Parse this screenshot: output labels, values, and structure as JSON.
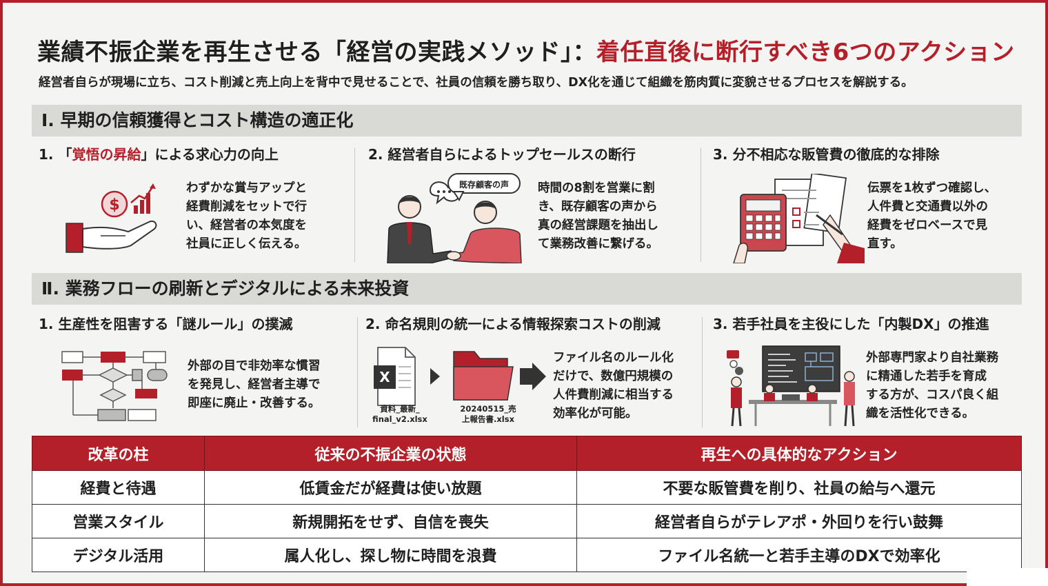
{
  "header": {
    "title_main": "業績不振企業を再生させる「経営の実践メソッド」：",
    "title_accent": "着任直後に断行すべき6つのアクション",
    "subtitle": "経営者自らが現場に立ち、コスト削減と売上向上を背中で見せることで、社員の信頼を勝ち取り、DX化を通じて組織を筋肉質に変貌させるプロセスを解説する。",
    "accent_color": "#b3202a"
  },
  "section1": {
    "title": "Ⅰ. 早期の信頼獲得とコスト構造の適正化",
    "cards": [
      {
        "heading_prefix": "1. 「",
        "heading_accent": "覚悟の昇給",
        "heading_suffix": "」による求心力の向上",
        "icon": "hand-coin-growth-icon",
        "lines": [
          "わずかな賞与アップと",
          "経費削減をセットで行",
          "い、経営者の本気度を",
          "社員に正しく伝える。"
        ]
      },
      {
        "heading": "2. 経営者自らによるトップセールスの断行",
        "icon": "handshake-icon",
        "bubble": "既存顧客の声",
        "lines": [
          "時間の8割を営業に割",
          "き、既存顧客の声から",
          "真の経営課題を抽出し",
          "て業務改善に繋げる。"
        ]
      },
      {
        "heading": "3. 分不相応な販管費の徹底的な排除",
        "icon": "calculator-receipts-icon",
        "lines": [
          "伝票を1枚ずつ確認し、",
          "人件費と交通費以外の",
          "経費をゼロベースで見",
          "直す。"
        ]
      }
    ]
  },
  "section2": {
    "title": "Ⅱ. 業務フローの刷新とデジタルによる未来投資",
    "cards": [
      {
        "heading": "1. 生産性を阻害する「謎ルール」の撲滅",
        "icon": "flowchart-icon",
        "lines": [
          "外部の目で非効率な慣習",
          "を発見し、経営者主導で",
          "即座に廃止・改善する。"
        ]
      },
      {
        "heading": "2. 命名規則の統一による情報探索コストの削減",
        "icon": "file-to-folder-icon",
        "file_before": [
          "資料_最新_",
          "final_v2.xlsx"
        ],
        "file_after": [
          "20240515_売",
          "上報告書.xlsx"
        ],
        "lines": [
          "ファイル名のルール化",
          "だけで、数億円規模の",
          "人件費削減に相当する",
          "効率化が可能。"
        ]
      },
      {
        "heading": "3. 若手社員を主役にした「内製DX」の推進",
        "icon": "team-dashboard-icon",
        "lines": [
          "外部専門家より自社業務",
          "に精通した若手を育成",
          "する方が、コスパ良く組",
          "織を活性化できる。"
        ]
      }
    ]
  },
  "table": {
    "headers": [
      "改革の柱",
      "従来の不振企業の状態",
      "再生への具体的なアクション"
    ],
    "rows": [
      [
        "経費と待遇",
        "低賃金だが経費は使い放題",
        "不要な販管費を削り、社員の給与へ還元"
      ],
      [
        "営業スタイル",
        "新規開拓をせず、自信を喪失",
        "経営者自らがテレアポ・外回りを行い鼓舞"
      ],
      [
        "デジタル活用",
        "属人化し、探し物に時間を浪費",
        "ファイル名統一と若手主導のDXで効率化"
      ]
    ]
  }
}
